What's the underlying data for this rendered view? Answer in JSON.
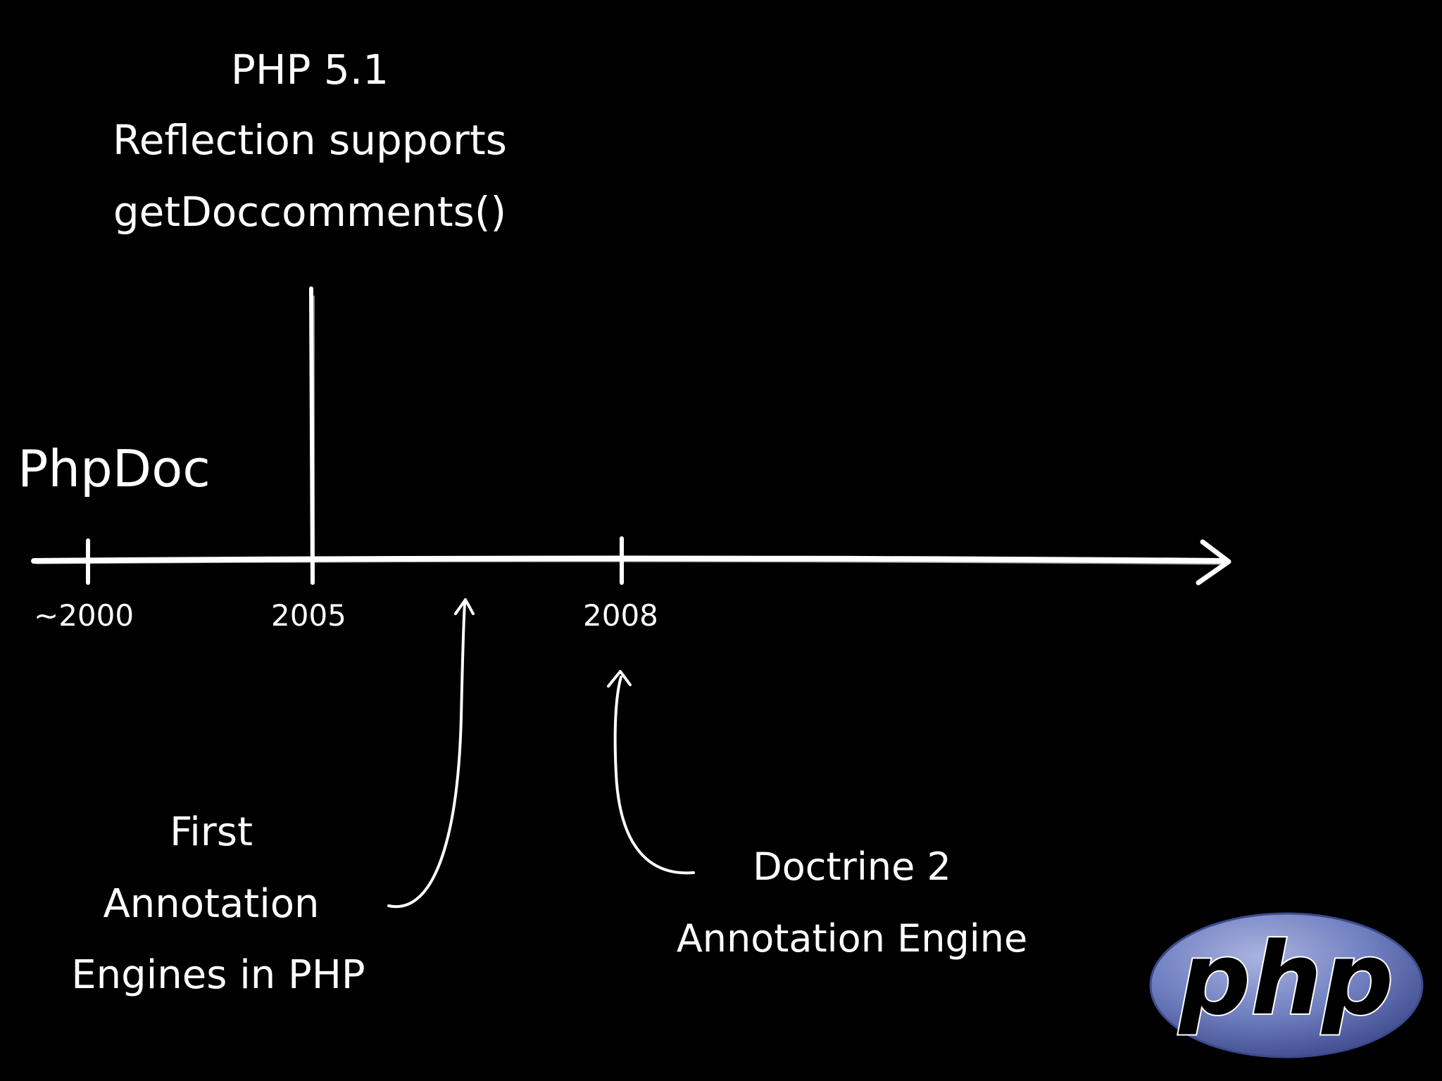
{
  "events": {
    "php51": {
      "line1": "PHP 5.1",
      "line2": "Reflection supports",
      "line3": "getDoccomments()"
    },
    "phpdoc": {
      "label": "PhpDoc"
    },
    "first_engines": {
      "line1": "First",
      "line2": "Annotation",
      "line3": "Engines in PHP"
    },
    "doctrine": {
      "line1": "Doctrine 2",
      "line2": "Annotation Engine"
    }
  },
  "timeline": {
    "ticks": [
      "~2000",
      "2005",
      "2008"
    ]
  },
  "logo": {
    "text": "php",
    "colors": {
      "fill": "#6f7fc0",
      "rim": "#3d4a8c",
      "text": "#000000"
    }
  },
  "colors": {
    "background": "#000000",
    "chalk": "#ffffff"
  }
}
